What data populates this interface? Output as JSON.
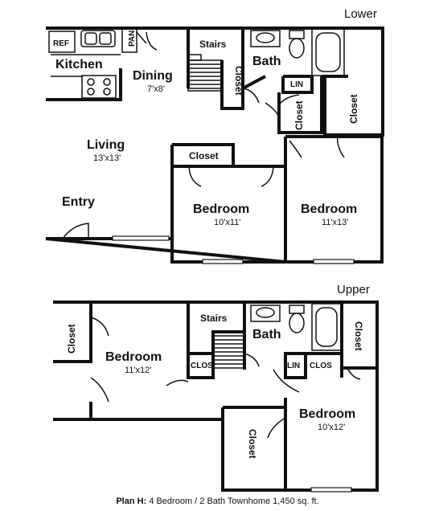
{
  "levels": {
    "lower": {
      "title": "Lower",
      "rooms": {
        "ref": "REF",
        "pan": "PAN",
        "kitchen": "Kitchen",
        "dining": "Dining",
        "dining_dim": "7'x8'",
        "stairs": "Stairs",
        "closet_stairs": "Closet",
        "bath": "Bath",
        "lin": "LIN",
        "closet_hall": "Closet",
        "closet_right": "Closet",
        "living": "Living",
        "living_dim": "13'x13'",
        "entry": "Entry",
        "closet_bed": "Closet",
        "bedroom1": "Bedroom",
        "bedroom1_dim": "10'x11'",
        "bedroom2": "Bedroom",
        "bedroom2_dim": "11'x13'"
      }
    },
    "upper": {
      "title": "Upper",
      "rooms": {
        "closet_left": "Closet",
        "bedroom1": "Bedroom",
        "bedroom1_dim": "11'x12'",
        "stairs": "Stairs",
        "clos1": "CLOS",
        "bath": "Bath",
        "lin": "LIN",
        "clos2": "CLOS",
        "closet_right": "Closet",
        "bedroom2": "Bedroom",
        "bedroom2_dim": "10'x12'",
        "closet_bottom": "Closet"
      }
    }
  },
  "footer": {
    "plan": "Plan H:",
    "description": "4 Bedroom / 2 Bath Townhome  1,450 sq. ft."
  }
}
